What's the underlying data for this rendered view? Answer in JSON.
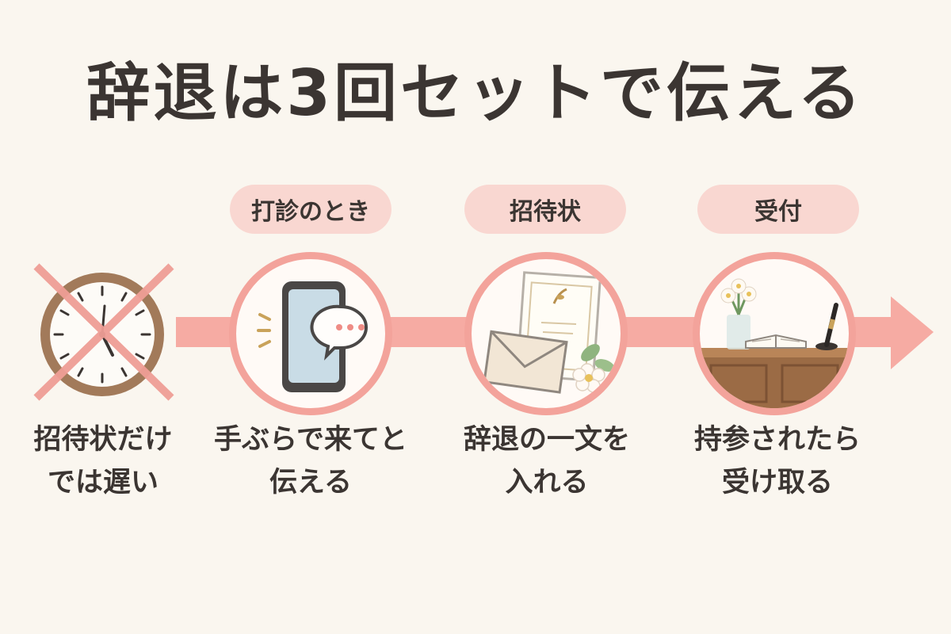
{
  "title": "辞退は3回セットで伝える",
  "late": {
    "caption_line1": "招待状だけ",
    "caption_line2": "では遅い",
    "icon": "clock-crossed-icon"
  },
  "steps": [
    {
      "label": "打診のとき",
      "caption_line1": "手ぶらで来てと",
      "caption_line2": "伝える",
      "icon": "smartphone-chat-icon"
    },
    {
      "label": "招待状",
      "caption_line1": "辞退の一文を",
      "caption_line2": "入れる",
      "icon": "invitation-envelope-icon"
    },
    {
      "label": "受付",
      "caption_line1": "持参されたら",
      "caption_line2": "受け取る",
      "icon": "reception-desk-icon"
    }
  ],
  "colors": {
    "accent": "#f3a39b",
    "pill": "#f9d7d1",
    "arrow": "#f6aba3",
    "background": "#faf6ef"
  }
}
